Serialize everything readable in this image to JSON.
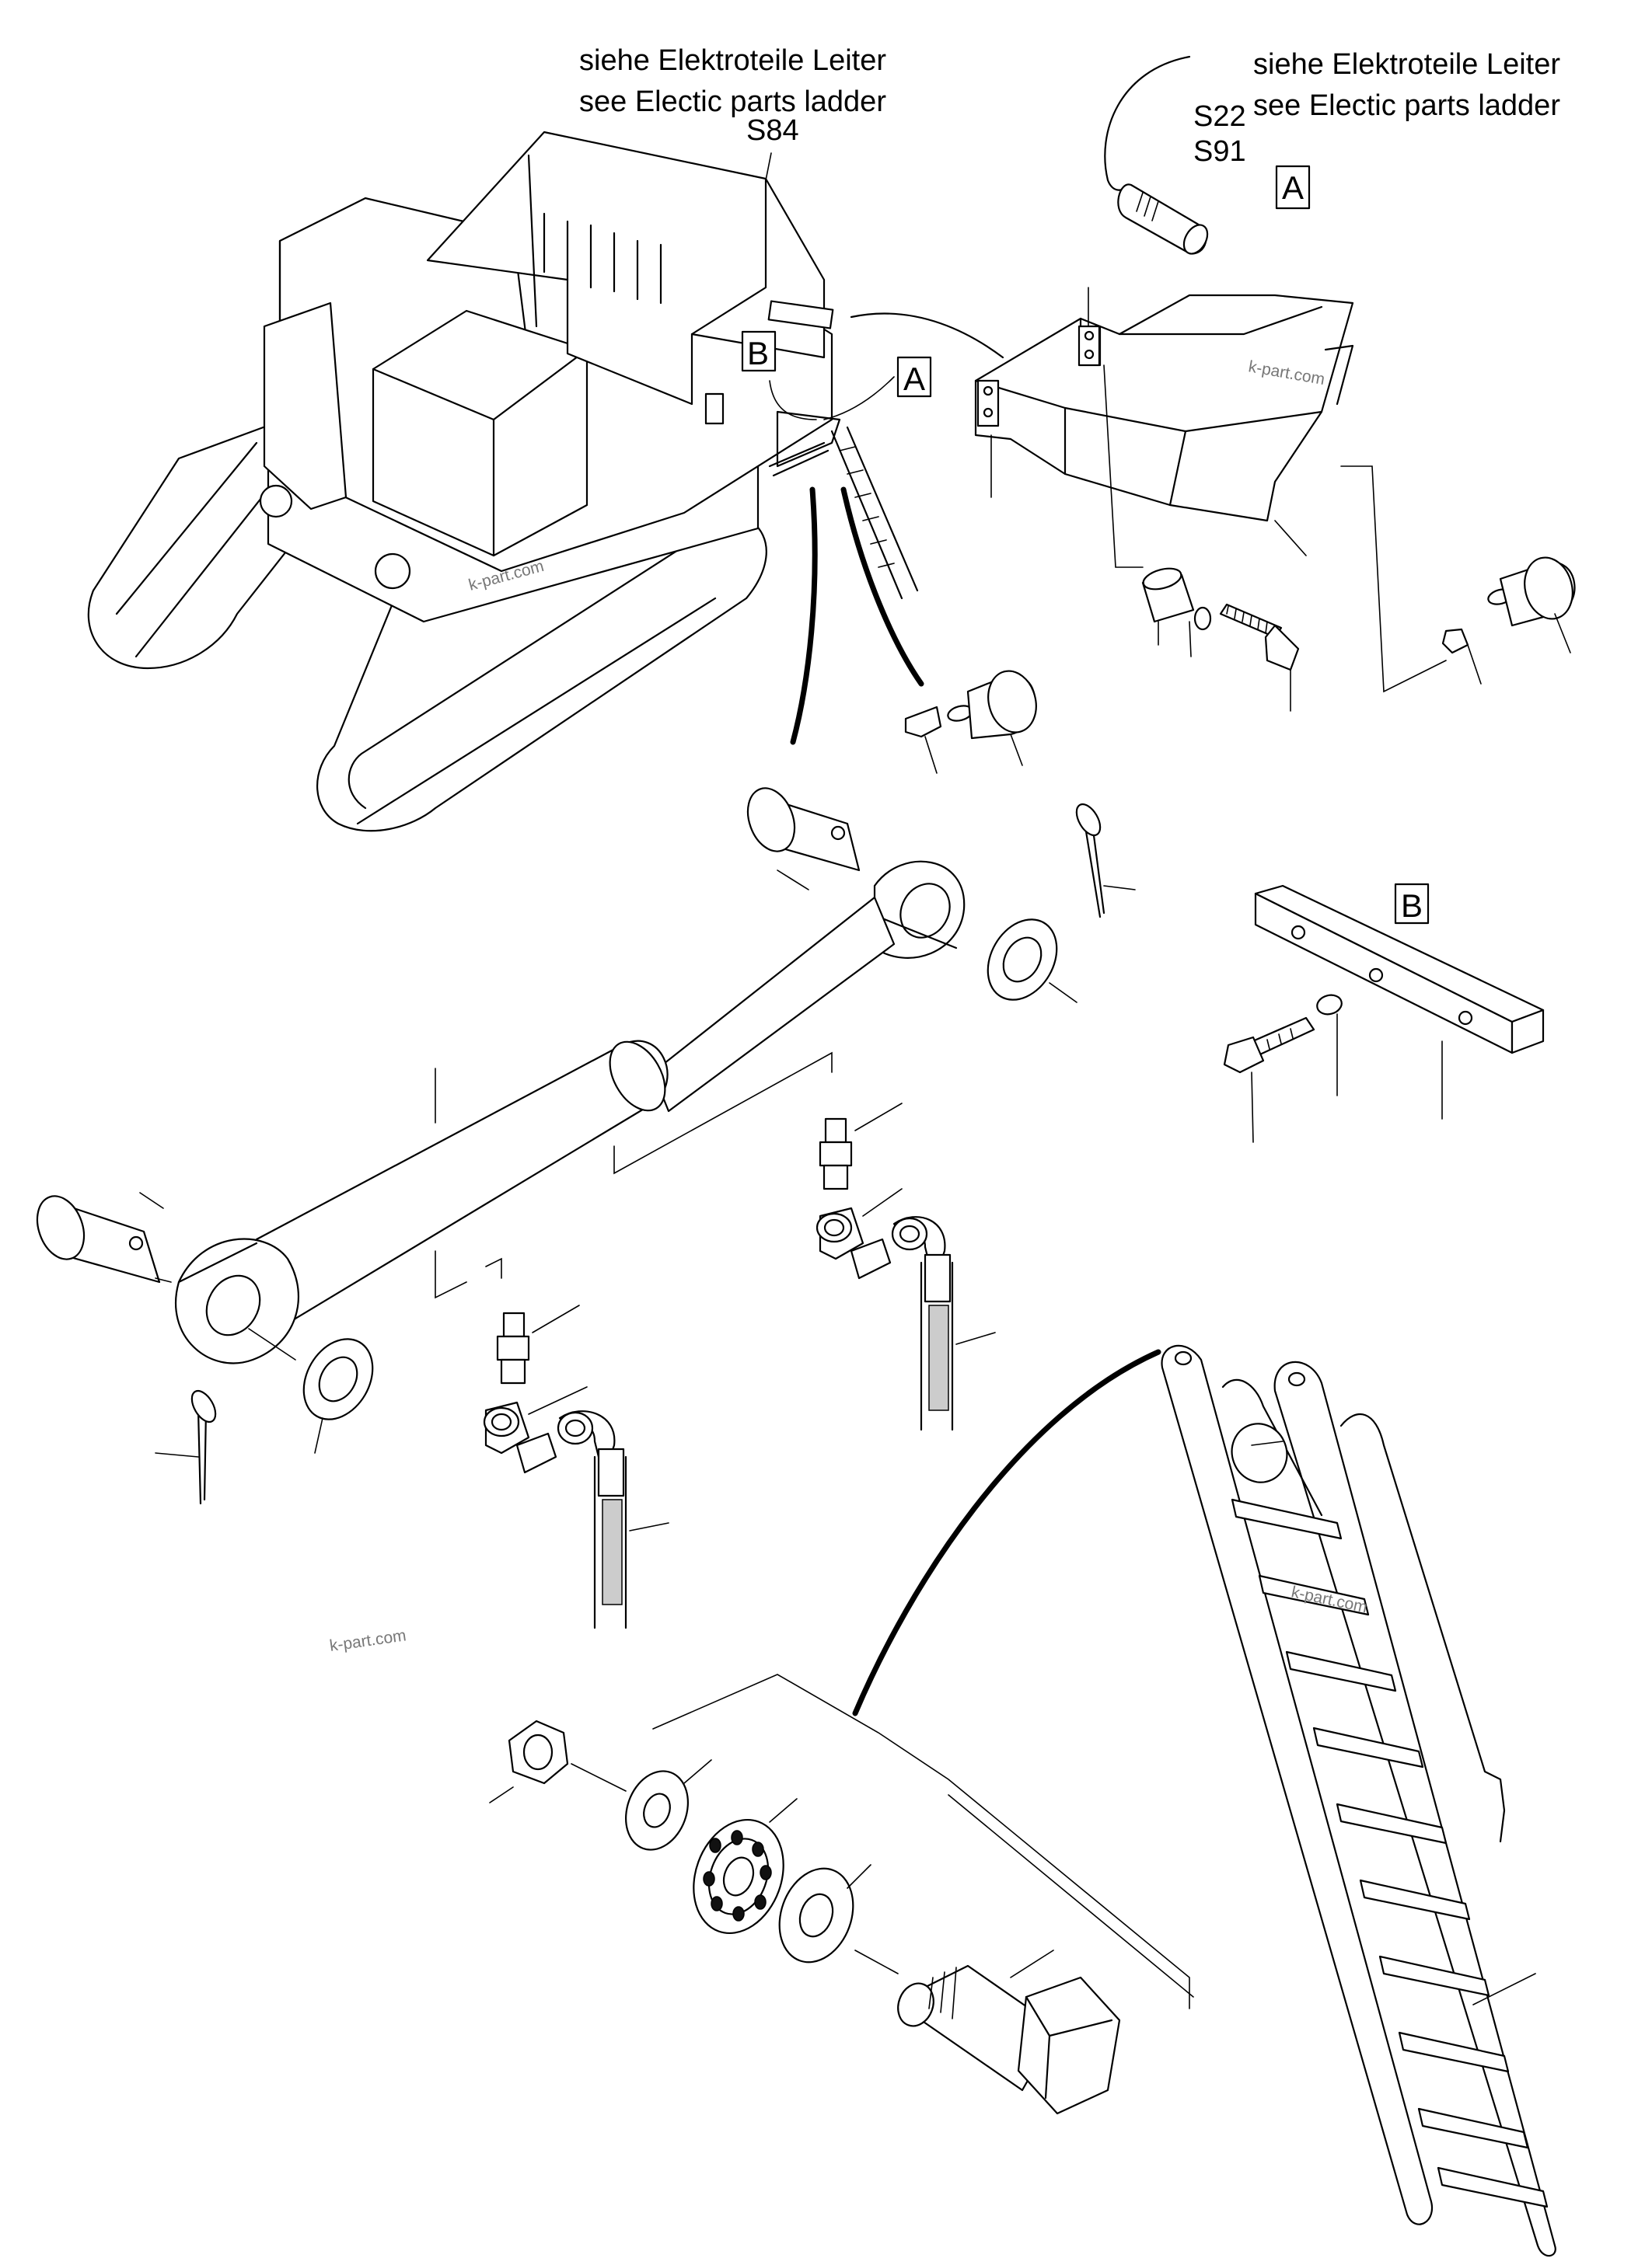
{
  "notes": {
    "top_left": {
      "line1": "siehe Elektroteile Leiter",
      "line2": "see Electic parts ladder",
      "code": "S84"
    },
    "top_right": {
      "line1": "siehe Elektroteile Leiter",
      "line2": "see Electic parts ladder",
      "code1": "S22",
      "code2": "S91"
    }
  },
  "detail_labels": {
    "machine_A": "A",
    "machine_B": "B",
    "sensor_A": "A",
    "bar_B": "B"
  },
  "watermarks": [
    "k-part.com",
    "k-part.com",
    "k-part.com",
    "k-part.com"
  ]
}
